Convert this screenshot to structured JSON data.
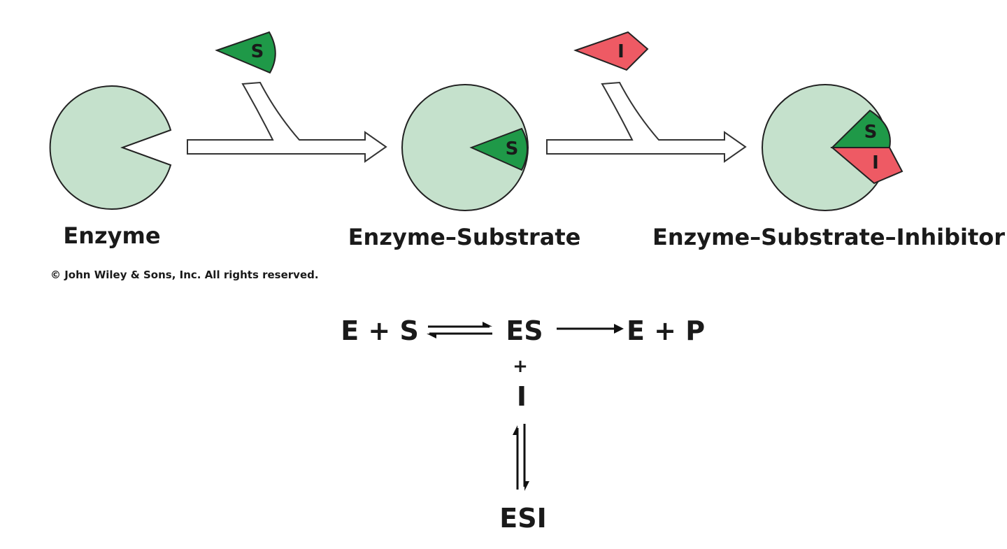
{
  "figure": {
    "captions": {
      "enzyme": "Enzyme",
      "enzyme_substrate": "Enzyme–Substrate",
      "enzyme_substrate_inhibitor": "Enzyme–Substrate–Inhibitor"
    },
    "substrate_label": "S",
    "inhibitor_label": "I",
    "copyright": "© John Wiley & Sons, Inc. All rights reserved.",
    "colors": {
      "enzyme": "#c5e1cc",
      "substrate": "#1f9948",
      "inhibitor": "#ee5a64"
    }
  },
  "scheme": {
    "left": "E + S",
    "middle": "ES",
    "right": "E + P",
    "plus": "+",
    "inhibitor": "I",
    "complex": "ESI"
  }
}
